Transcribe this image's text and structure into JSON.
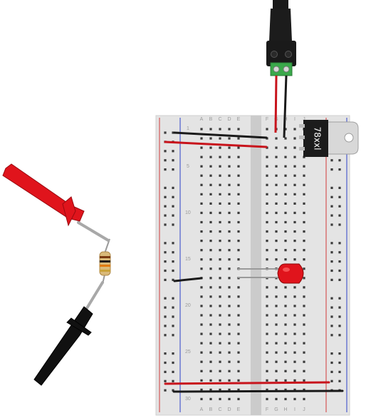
{
  "breadboard": {
    "column_letters_left": [
      "A",
      "B",
      "C",
      "D",
      "E"
    ],
    "column_letters_right": [
      "F",
      "G",
      "H",
      "I",
      "J"
    ],
    "row_numbers": [
      "1",
      "5",
      "10",
      "15",
      "20",
      "25",
      "30"
    ]
  },
  "regulator": {
    "marking": "78xxl"
  },
  "colors": {
    "wire_red": "#c8141c",
    "wire_black": "#1a1a1a",
    "led_red": "#e0141c",
    "probe_red": "#e0141c",
    "probe_black": "#111111",
    "terminal_green": "#3aa84a",
    "rail_red": "#d23a3a",
    "rail_blue": "#2d3fc8"
  },
  "icons": [
    "dc-barrel-jack-icon",
    "voltage-regulator-icon",
    "led-icon",
    "resistor-icon",
    "probe-red-icon",
    "probe-black-icon"
  ]
}
